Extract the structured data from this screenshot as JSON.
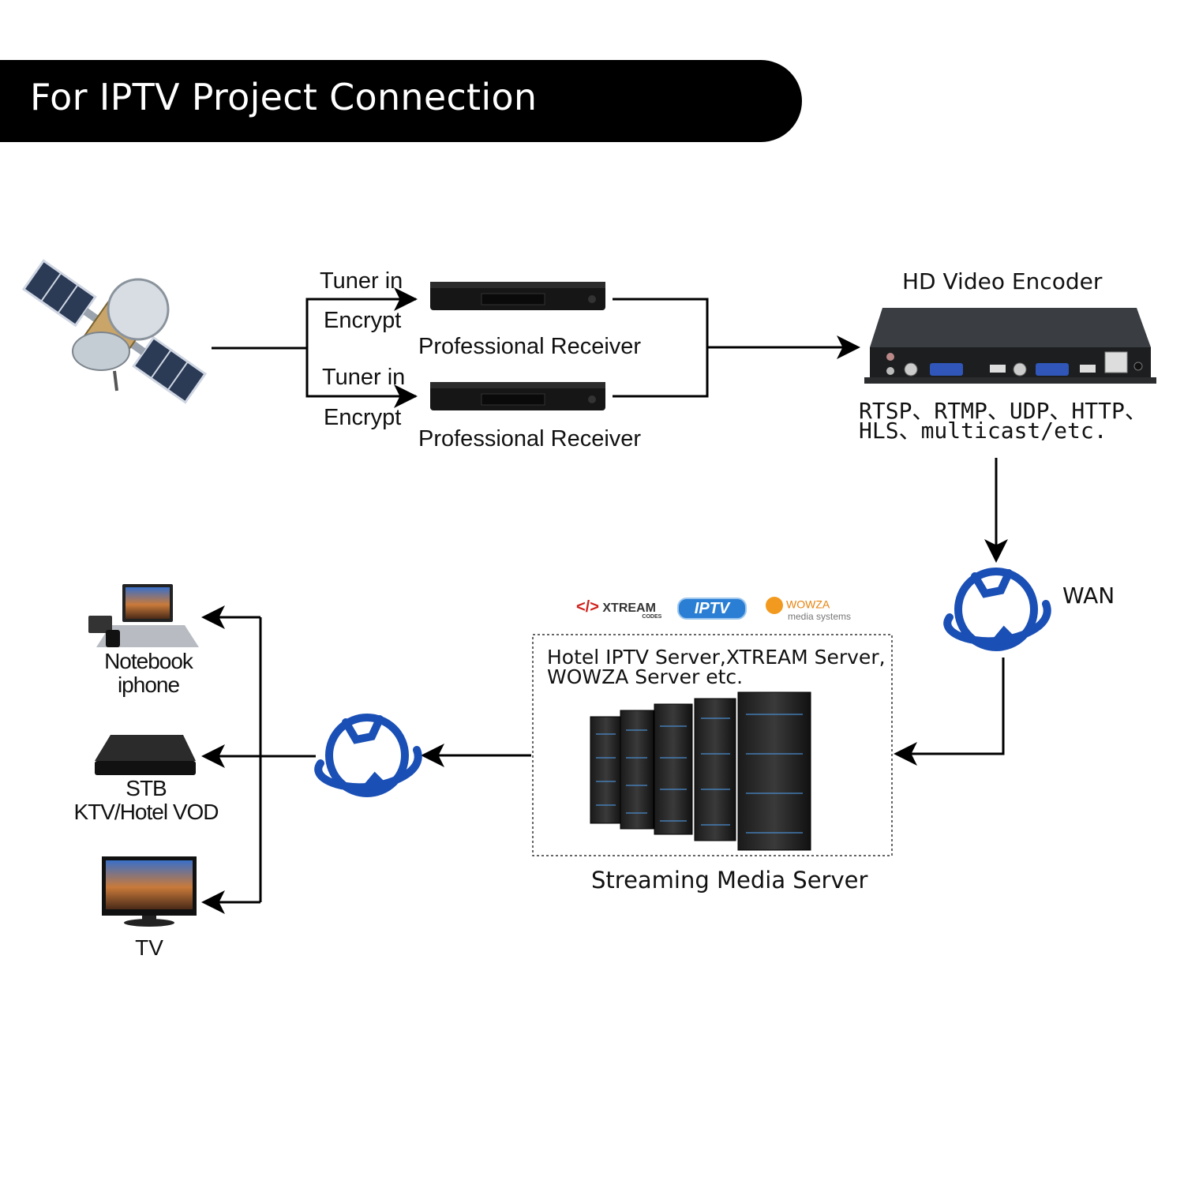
{
  "title": "For IPTV Project Connection",
  "receivers": [
    {
      "tuner_label": "Tuner in",
      "encrypt_label": "Encrypt",
      "device_label": "Professional Receiver"
    },
    {
      "tuner_label": "Tuner in",
      "encrypt_label": "Encrypt",
      "device_label": "Professional Receiver"
    }
  ],
  "encoder": {
    "title": "HD Video Encoder",
    "protocols_line1": "RTSP、RTMP、UDP、HTTP、",
    "protocols_line2": "HLS、multicast/etc."
  },
  "wan_label": "WAN",
  "server": {
    "logos": [
      "XTREAM",
      "CODES",
      "IPTV",
      "WOWZA",
      "media systems"
    ],
    "description_line1": "Hotel IPTV Server,XTREAM Server,",
    "description_line2": "WOWZA Server etc.",
    "caption": "Streaming Media Server"
  },
  "clients": [
    {
      "line1": "Notebook",
      "line2": "iphone"
    },
    {
      "line1": "STB",
      "line2": "KTV/Hotel VOD"
    },
    {
      "line1": "TV",
      "line2": ""
    }
  ],
  "colors": {
    "banner": "#000000",
    "globe": "#1a4fb5",
    "line": "#000000"
  },
  "icons": [
    "satellite-icon",
    "receiver-device-icon",
    "encoder-device-icon",
    "globe-icon",
    "server-rack-icon",
    "laptop-icon",
    "set-top-box-icon",
    "tv-icon"
  ]
}
